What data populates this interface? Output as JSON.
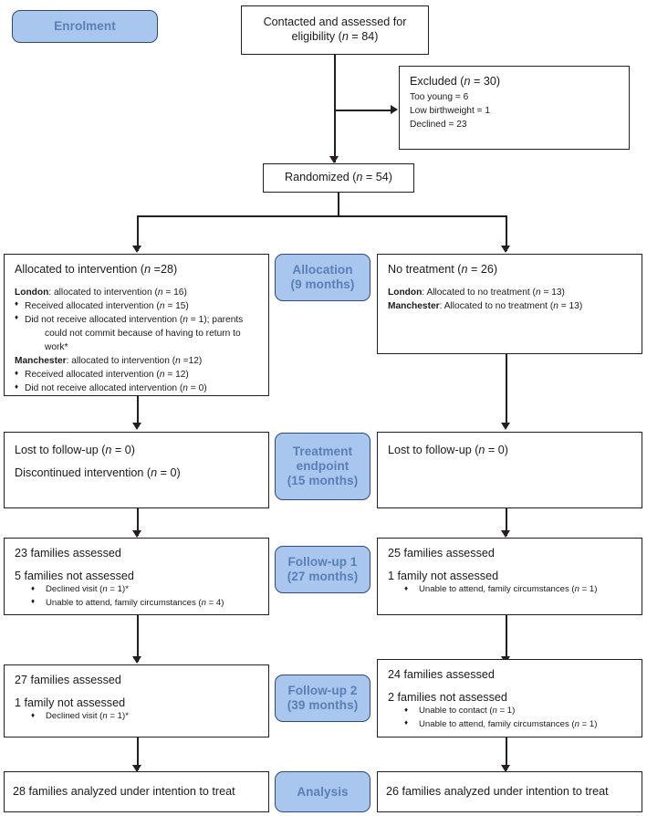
{
  "diagram": {
    "title": "CONSORT participant flow diagram",
    "colors": {
      "stage_fill": "#a8c6ee",
      "stage_border": "#2b4a7d",
      "stage_text": "#5b7fb4",
      "box_border": "#231f20",
      "box_fill": "#ffffff"
    }
  },
  "stages": {
    "enrolment": {
      "line1": "Enrolment",
      "line2": ""
    },
    "allocation": {
      "line1": "Allocation",
      "line2": "(9 months)"
    },
    "treatment_endpoint": {
      "line1": "Treatment",
      "line2": "endpoint",
      "line3": "(15 months)"
    },
    "followup1": {
      "line1": "Follow-up 1",
      "line2": "(27 months)"
    },
    "followup2": {
      "line1": "Follow-up 2",
      "line2": "(39 months)"
    },
    "analysis": {
      "line1": "Analysis",
      "line2": ""
    }
  },
  "enrolment": {
    "assessed": {
      "line1": "Contacted and assessed for",
      "line2": "eligibility (",
      "n_label": "n",
      "n_value": " = 84)"
    },
    "excluded": {
      "heading_pre": "Excluded (",
      "heading_n": "n",
      "heading_post": " = 30)",
      "reasons": [
        "Too young = 6",
        "Low birthweight = 1",
        "Declined = 23"
      ]
    },
    "randomized": {
      "pre": "Randomized (",
      "n": "n",
      "post": " = 54)"
    }
  },
  "allocation_row": {
    "left": {
      "heading_pre": "Allocated to intervention (",
      "heading_n": "n",
      "heading_post": " =28)",
      "groups": [
        {
          "site": "London",
          "site_rest_pre": ": allocated to intervention (",
          "site_n": "n",
          "site_rest_post": " = 16)",
          "items": [
            {
              "pre": "Received allocated intervention (",
              "n": "n",
              "post": " = 15)",
              "cont": ""
            },
            {
              "pre": "Did not receive allocated intervention (",
              "n": "n",
              "post": " = 1); parents",
              "cont": "could not commit because of having to return to work*"
            }
          ]
        },
        {
          "site": "Manchester",
          "site_rest_pre": ": allocated to intervention (",
          "site_n": "n",
          "site_rest_post": " =12)",
          "items": [
            {
              "pre": "Received allocated intervention (",
              "n": "n",
              "post": " = 12)",
              "cont": ""
            },
            {
              "pre": "Did not receive allocated intervention (",
              "n": "n",
              "post": " = 0)",
              "cont": ""
            }
          ]
        }
      ]
    },
    "right": {
      "heading_pre": "No treatment (",
      "heading_n": "n",
      "heading_post": " = 26)",
      "lines": [
        {
          "site": "London",
          "rest_pre": ": Allocated to no treatment (",
          "n": "n",
          "rest_post": " = 13)"
        },
        {
          "site": "Manchester",
          "rest_pre": ": Allocated to no treatment (",
          "n": "n",
          "rest_post": " = 13)"
        }
      ]
    }
  },
  "treatment_row": {
    "left": {
      "line1_pre": "Lost to follow-up (",
      "line1_n": "n",
      "line1_post": " = 0)",
      "line2_pre": "Discontinued intervention (",
      "line2_n": "n",
      "line2_post": " = 0)"
    },
    "right": {
      "line1_pre": "Lost to follow-up (",
      "line1_n": "n",
      "line1_post": " = 0)"
    }
  },
  "followup1_row": {
    "left": {
      "assessed": "23 families assessed",
      "not_assessed": "5 families not assessed",
      "items": [
        {
          "pre": "Declined visit (",
          "n": "n",
          "post": " = 1)*"
        },
        {
          "pre": "Unable to attend, family circumstances (",
          "n": "n",
          "post": " = 4)"
        }
      ]
    },
    "right": {
      "assessed": "25 families assessed",
      "not_assessed": "1 family not assessed",
      "items": [
        {
          "pre": "Unable to attend, family circumstances (",
          "n": "n",
          "post": " = 1)"
        }
      ]
    }
  },
  "followup2_row": {
    "left": {
      "assessed": "27 families assessed",
      "not_assessed": "1 family not assessed",
      "items": [
        {
          "pre": "Declined visit (",
          "n": "n",
          "post": " = 1)*"
        }
      ]
    },
    "right": {
      "assessed": "24 families assessed",
      "not_assessed": "2 families not assessed",
      "items": [
        {
          "pre": "Unable to contact (",
          "n": "n",
          "post": " = 1)"
        },
        {
          "pre": "Unable to attend, family circumstances (",
          "n": "n",
          "post": " = 1)"
        }
      ]
    }
  },
  "analysis_row": {
    "left": "28 families analyzed under intention to treat",
    "right": "26 families analyzed under intention to treat"
  }
}
